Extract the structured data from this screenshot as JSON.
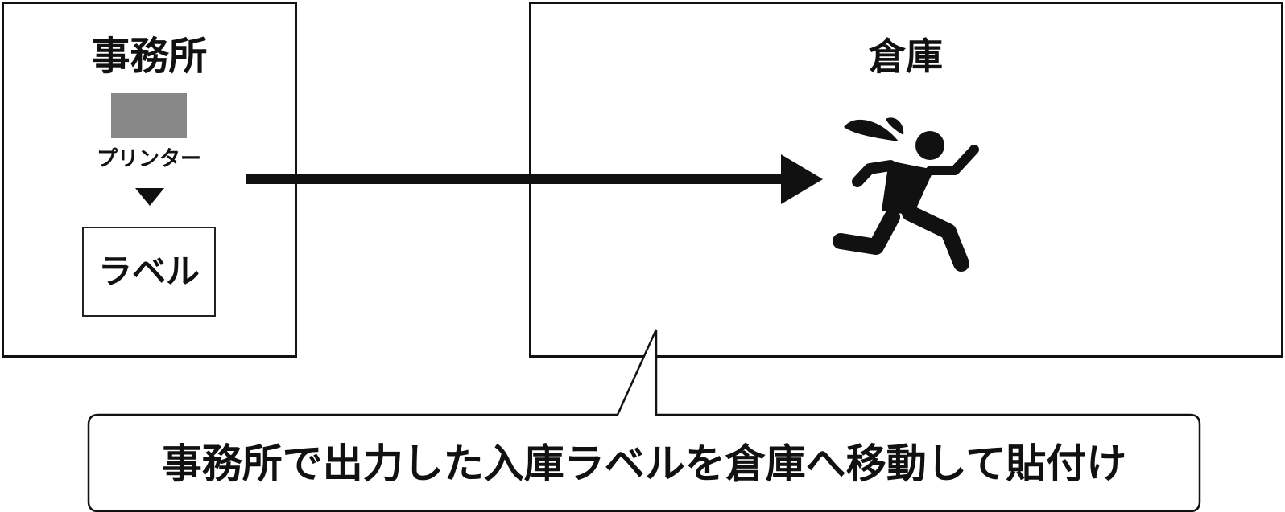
{
  "office": {
    "title": "事務所",
    "printer_label": "プリンター",
    "label_text": "ラベル"
  },
  "warehouse": {
    "title": "倉庫"
  },
  "caption": {
    "text": "事務所で出力した入庫ラベルを倉庫へ移動して貼付け"
  },
  "icons": {
    "printer": "printer-icon",
    "down_arrow": "triangle-down-icon",
    "flow_arrow": "arrow-right-icon",
    "worker": "running-person-icon"
  },
  "colors": {
    "stroke": "#111111",
    "printer_fill": "#888888",
    "background": "#ffffff"
  }
}
